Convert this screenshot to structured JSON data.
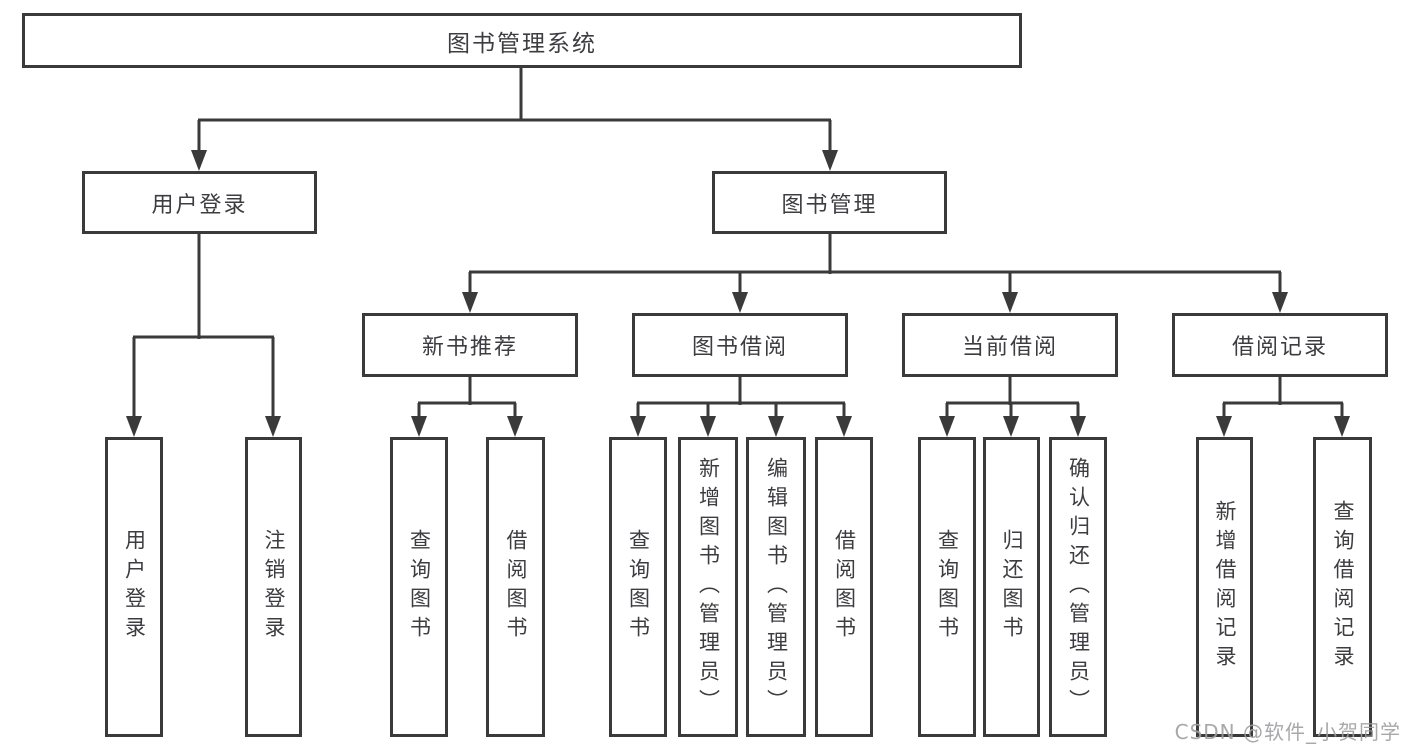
{
  "diagram": {
    "root": {
      "label": "图书管理系统"
    },
    "level2": [
      {
        "label": "用户登录"
      },
      {
        "label": "图书管理"
      }
    ],
    "level3": [
      {
        "label": "新书推荐",
        "parent": "图书管理"
      },
      {
        "label": "图书借阅",
        "parent": "图书管理"
      },
      {
        "label": "当前借阅",
        "parent": "图书管理"
      },
      {
        "label": "借阅记录",
        "parent": "图书管理"
      }
    ],
    "leaves": [
      {
        "label": "用户登录",
        "parent": "用户登录"
      },
      {
        "label": "注销登录",
        "parent": "用户登录"
      },
      {
        "label": "查询图书",
        "parent": "新书推荐"
      },
      {
        "label": "借阅图书",
        "parent": "新书推荐"
      },
      {
        "label": "查询图书",
        "parent": "图书借阅"
      },
      {
        "label": "新增图书（管理员）",
        "parent": "图书借阅"
      },
      {
        "label": "编辑图书（管理员）",
        "parent": "图书借阅"
      },
      {
        "label": "借阅图书",
        "parent": "图书借阅"
      },
      {
        "label": "查询图书",
        "parent": "当前借阅"
      },
      {
        "label": "归还图书",
        "parent": "当前借阅"
      },
      {
        "label": "确认归还（管理员）",
        "parent": "当前借阅"
      },
      {
        "label": "新增借阅记录",
        "parent": "借阅记录"
      },
      {
        "label": "查询借阅记录",
        "parent": "借阅记录"
      }
    ]
  },
  "watermark": {
    "text": "CSDN @软件_小贺同学"
  },
  "colors": {
    "line": "#3a3a3a",
    "box_border": "#3a3a3a",
    "box_fill": "#ffffff",
    "text": "#3d3d41",
    "watermark": "#9e9ea2",
    "background": "#ffffff"
  }
}
